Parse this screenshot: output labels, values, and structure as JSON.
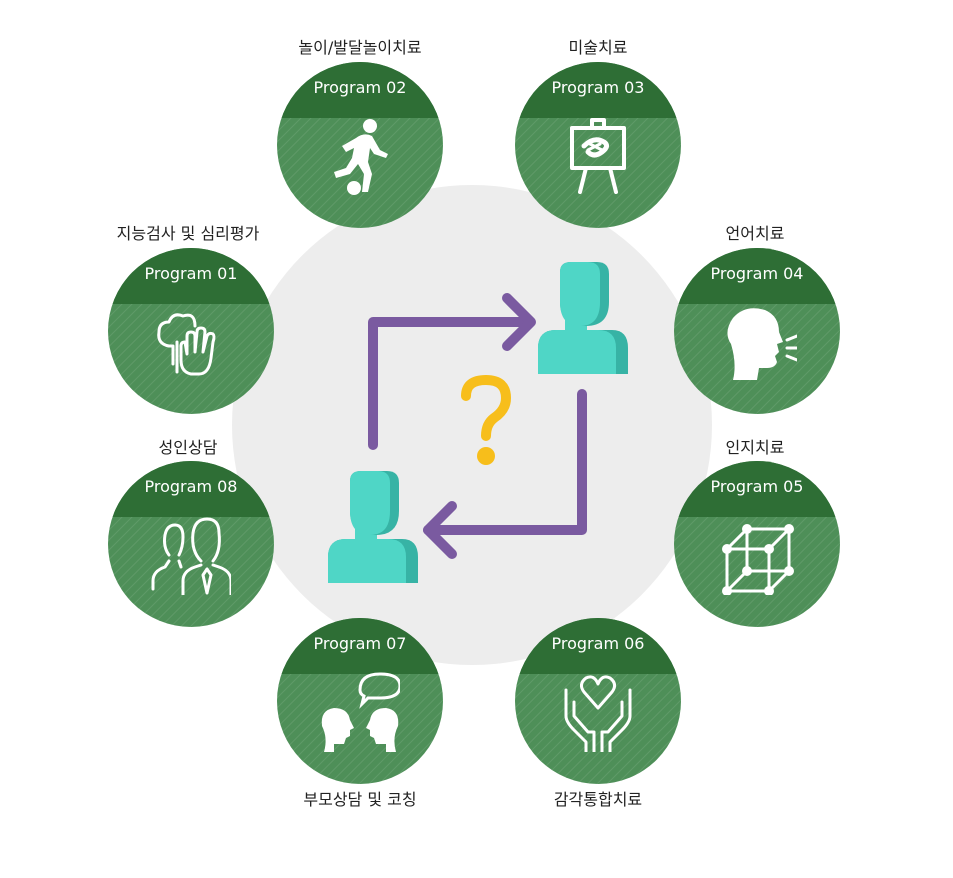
{
  "colors": {
    "circle_fill": "#4e8f58",
    "band_fill": "#2e6e35",
    "center_disc": "#ededed",
    "person": "#4fd6c6",
    "person_shadow": "#37b3a5",
    "arrow": "#7a5aa0",
    "question": "#f7be1b"
  },
  "programs": [
    {
      "label": "Program 01",
      "caption": "지능검사 및 심리평가",
      "icon": "tree-hand-icon"
    },
    {
      "label": "Program 02",
      "caption": "놀이/발달놀이치료",
      "icon": "soccer-player-icon"
    },
    {
      "label": "Program 03",
      "caption": "미술치료",
      "icon": "easel-icon"
    },
    {
      "label": "Program 04",
      "caption": "언어치료",
      "icon": "speaking-head-icon"
    },
    {
      "label": "Program 05",
      "caption": "인지치료",
      "icon": "cube-icon"
    },
    {
      "label": "Program 06",
      "caption": "감각통합치료",
      "icon": "heart-hands-icon"
    },
    {
      "label": "Program 07",
      "caption": "부모상담 및 코칭",
      "icon": "conversation-icon"
    },
    {
      "label": "Program 08",
      "caption": "성인상담",
      "icon": "two-people-icon"
    }
  ],
  "center": {
    "symbol": "?",
    "people": [
      "person-icon",
      "person-icon"
    ],
    "arrows": [
      "arrow-right-icon",
      "arrow-left-icon"
    ]
  }
}
